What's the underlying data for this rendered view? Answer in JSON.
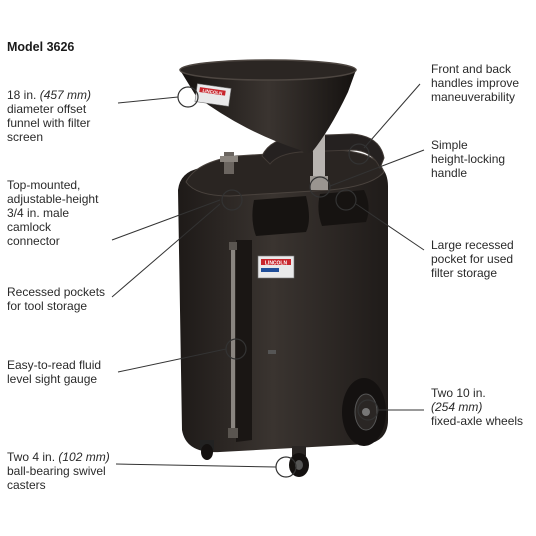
{
  "title": "Model 3626",
  "callouts": {
    "funnel": {
      "lines": [
        {
          "pre": "18 in. ",
          "em": "(457 mm)",
          "post": ""
        },
        {
          "pre": "diameter offset",
          "em": "",
          "post": ""
        },
        {
          "pre": "funnel with filter",
          "em": "",
          "post": ""
        },
        {
          "pre": "screen",
          "em": "",
          "post": ""
        }
      ]
    },
    "camlock": {
      "lines": [
        "Top-mounted,",
        "adjustable-height",
        "3/4 in. male",
        "camlock",
        "connector"
      ]
    },
    "pockets": {
      "lines": [
        "Recessed pockets",
        "for tool storage"
      ]
    },
    "gauge": {
      "lines": [
        "Easy-to-read fluid",
        "level sight gauge"
      ]
    },
    "casters": {
      "lines": [
        {
          "pre": "Two 4 in. ",
          "em": "(102 mm)",
          "post": ""
        },
        {
          "pre": "ball-bearing swivel",
          "em": "",
          "post": ""
        },
        {
          "pre": "casters",
          "em": "",
          "post": ""
        }
      ]
    },
    "handles": {
      "lines": [
        "Front and back",
        "handles improve",
        "maneuverability"
      ]
    },
    "locking": {
      "lines": [
        "Simple",
        "height-locking",
        "handle"
      ]
    },
    "filter_pocket": {
      "lines": [
        "Large recessed",
        "pocket for used",
        "filter storage"
      ]
    },
    "wheels": {
      "lines": [
        {
          "pre": "Two 10 in.",
          "em": "",
          "post": ""
        },
        {
          "pre": "",
          "em": "(254 mm)",
          "post": ""
        },
        {
          "pre": "fixed-axle wheels",
          "em": "",
          "post": ""
        }
      ]
    }
  },
  "labels": {
    "brand": "LINCOLN"
  },
  "colors": {
    "body": "#2b2623",
    "body_highlight": "#3b3531",
    "text": "#2a2a2a",
    "brand_red": "#c8252c",
    "brand_blue": "#1f4e9a"
  }
}
